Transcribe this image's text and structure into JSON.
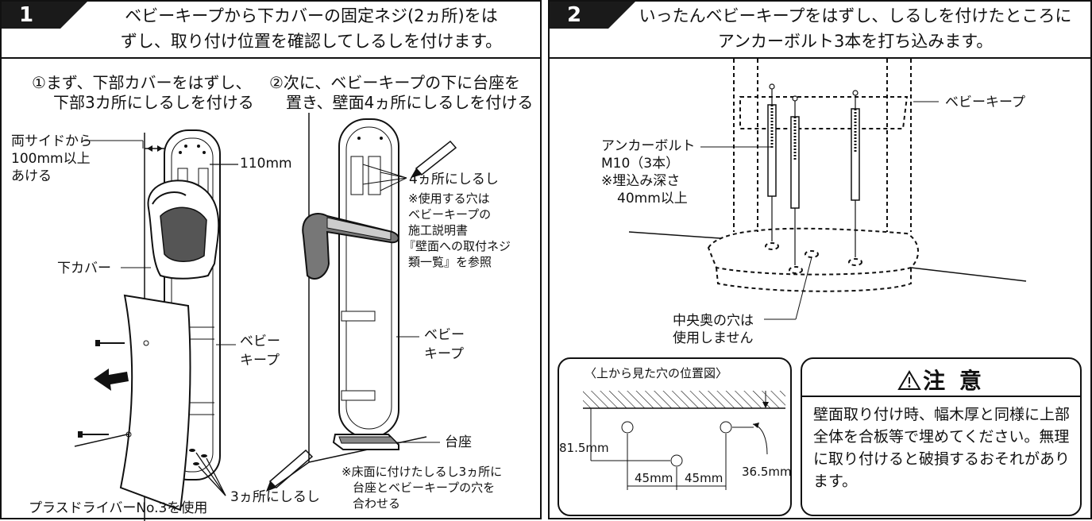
{
  "step1": {
    "number": "1",
    "title_line1": "ベビーキープから下カバーの固定ネジ(2ヵ所)をは",
    "title_line2": "ずし、取り付け位置を確認してしるしを付けます。",
    "sub_a_line1": "①まず、下部カバーをはずし、",
    "sub_a_line2": "下部3カ所にしるしを付ける",
    "sub_b_line1": "②次に、ベビーキープの下に台座を",
    "sub_b_line2": "置き、壁面4ヵ所にしるしを付ける",
    "side_gap_line1": "両サイドから",
    "side_gap_line2": "100mm以上",
    "side_gap_line3": "あける",
    "width_label": "110mm",
    "lower_cover": "下カバー",
    "baby_keep_a_line1": "ベビー",
    "baby_keep_a_line2": "キープ",
    "driver_note": "プラスドライバーNo.3を使用",
    "three_marks": "3ヵ所にしるし",
    "four_marks": "4ヵ所にしるし",
    "hole_note_line1": "※使用する穴は",
    "hole_note_line2": "ベビーキープの",
    "hole_note_line3": "施工説明書",
    "hole_note_line4": "『壁面への取付ネジ",
    "hole_note_line5": "類一覧』を参照",
    "baby_keep_b_line1": "ベビー",
    "baby_keep_b_line2": "キープ",
    "base_label": "台座",
    "floor_note_line1": "※床面に付けたしるし3ヵ所に",
    "floor_note_line2": "台座とベビーキープの穴を",
    "floor_note_line3": "合わせる"
  },
  "step2": {
    "number": "2",
    "title_line1": "いったんベビーキープをはずし、しるしを付けたところに",
    "title_line2": "アンカーボルト3本を打ち込みます。",
    "baby_keep": "ベビーキープ",
    "anchor_line1": "アンカーボルト",
    "anchor_line2": "M10（3本）",
    "anchor_line3": "※埋込み深さ",
    "anchor_line4": "40mm以上",
    "center_line1": "中央奥の穴は",
    "center_line2": "使用しません",
    "hole_diagram_title": "〈上から見た穴の位置図〉",
    "dim_81": "81.5mm",
    "dim_36": "36.5mm",
    "dim_45a": "45mm",
    "dim_45b": "45mm",
    "caution_title": "注 意",
    "caution_body": "壁面取り付け時、幅木厚と同様に上部全体を合板等で埋めてください。無理に取り付けると破損するおそれがあります。"
  },
  "colors": {
    "ink": "#111111",
    "header_tab": "#1a1a1a",
    "paper": "#ffffff"
  },
  "icons": [
    "warning-triangle-icon",
    "pencil-icon",
    "arrow-left-icon",
    "screw-icon"
  ]
}
